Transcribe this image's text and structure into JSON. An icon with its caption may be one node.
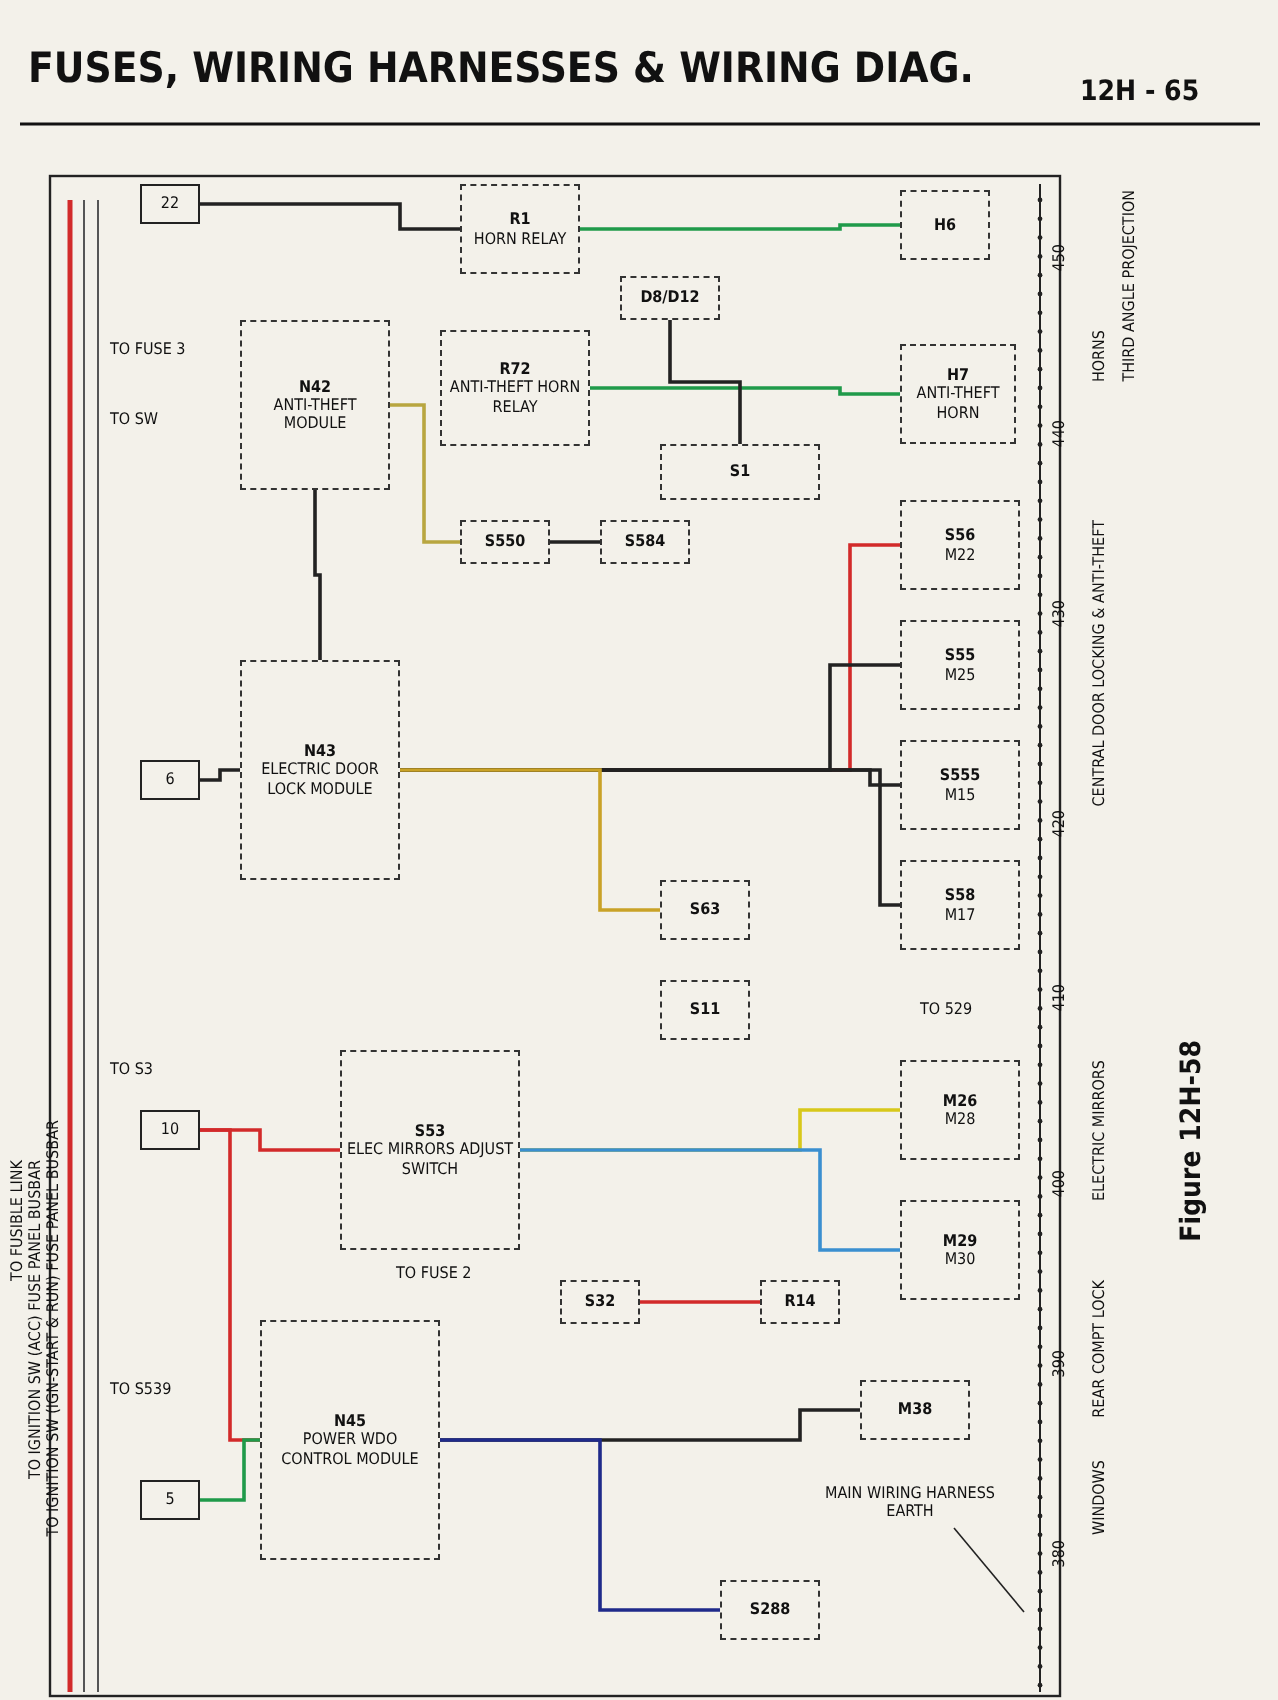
{
  "diagram": {
    "title": "FUSES, WIRING HARNESSES & WIRING DIAG.",
    "caption": "Figure 12H-58",
    "nodes": [
      {
        "text": [
          "22"
        ]
      },
      {
        "text": [
          "R1",
          "HORN RELAY"
        ]
      },
      {
        "text": [
          "H6"
        ]
      },
      {
        "text": [
          "D8/D12"
        ]
      },
      {
        "text": [
          "N42",
          "ANTI-THEFT MODULE"
        ]
      },
      {
        "text": [
          "R72",
          "ANTI-THEFT HORN RELAY"
        ]
      },
      {
        "text": [
          "S1"
        ]
      },
      {
        "text": [
          "H7",
          "ANTI-THEFT HORN"
        ]
      },
      {
        "text": [
          "S550"
        ]
      },
      {
        "text": [
          "S584"
        ]
      },
      {
        "text": [
          "S56",
          "M22"
        ]
      },
      {
        "text": [
          "S55",
          "M25"
        ]
      },
      {
        "text": [
          "S555",
          "M15"
        ]
      },
      {
        "text": [
          "6"
        ]
      },
      {
        "text": [
          "N43",
          "ELECTRIC DOOR LOCK MODULE"
        ]
      },
      {
        "text": [
          "S58",
          "M17"
        ]
      },
      {
        "text": [
          "S63"
        ]
      },
      {
        "text": [
          "S11"
        ]
      },
      {
        "text": [
          "10"
        ]
      },
      {
        "text": [
          "S53",
          "ELEC MIRRORS ADJUST SWITCH"
        ]
      },
      {
        "text": [
          "M26",
          "M28"
        ]
      },
      {
        "text": [
          "M29",
          "M30"
        ]
      },
      {
        "text": [
          "S32"
        ]
      },
      {
        "text": [
          "R14"
        ]
      },
      {
        "text": [
          "N45",
          "POWER WDO CONTROL MODULE"
        ]
      },
      {
        "text": [
          "M38"
        ]
      },
      {
        "text": [
          "5"
        ]
      },
      {
        "text": [
          "S288"
        ]
      },
      {
        "text": [
          "MAIN WIRING HARNESS EARTH"
        ]
      }
    ],
    "edges": [
      {
        "from": 0,
        "to": 1,
        "arrow": "none"
      },
      {
        "from": 1,
        "to": 2,
        "arrow": "none",
        "color": "#1f9a4a"
      },
      {
        "from": 5,
        "to": 7,
        "arrow": "none",
        "color": "#1f9a4a"
      },
      {
        "from": 3,
        "to": 6,
        "arrow": "none"
      },
      {
        "from": 4,
        "to": 8,
        "arrow": "none",
        "color": "#b8a640"
      },
      {
        "from": 8,
        "to": 9,
        "arrow": "none"
      },
      {
        "from": 4,
        "to": 14,
        "arrow": "none"
      },
      {
        "from": 13,
        "to": 14,
        "arrow": "none"
      },
      {
        "from": 14,
        "to": 10,
        "arrow": "none",
        "color": "#d22a2a"
      },
      {
        "from": 14,
        "to": 11,
        "arrow": "none"
      },
      {
        "from": 14,
        "to": 12,
        "arrow": "none"
      },
      {
        "from": 14,
        "to": 15,
        "arrow": "none"
      },
      {
        "from": 14,
        "to": 16,
        "arrow": "none",
        "color": "#c9a227"
      },
      {
        "from": 18,
        "to": 19,
        "arrow": "none",
        "color": "#d22a2a"
      },
      {
        "from": 18,
        "to": 24,
        "arrow": "none",
        "color": "#d22a2a"
      },
      {
        "from": 19,
        "to": 20,
        "arrow": "none",
        "color": "#d8c81a"
      },
      {
        "from": 19,
        "to": 21,
        "arrow": "none",
        "color": "#3a8fd0"
      },
      {
        "from": 22,
        "to": 23,
        "arrow": "none",
        "color": "#d22a2a"
      },
      {
        "from": 24,
        "to": 25,
        "arrow": "none"
      },
      {
        "from": 26,
        "to": 24,
        "arrow": "none",
        "color": "#1f9a4a"
      },
      {
        "from": 24,
        "to": 27,
        "arrow": "none",
        "color": "#1f2a8a"
      },
      {
        "from": 28,
        "to": null,
        "arrow": "none"
      }
    ],
    "labels": [
      "12H - 65",
      "TO FUSE 3",
      "TO SW",
      "TO S3",
      "TO FUSE 2",
      "TO S539",
      "TO 529",
      "TO FUSIBLE LINK",
      "TO IGNITION SW (ACC) FUSE PANEL BUSBAR",
      "TO IGNITION SW (IGN-START & RUN) FUSE PANEL BUSBAR",
      "450",
      "440",
      "430",
      "420",
      "410",
      "400",
      "390",
      "380",
      "THIRD ANGLE PROJECTION",
      "HORNS",
      "CENTRAL DOOR LOCKING & ANTI-THEFT",
      "ELECTRIC MIRRORS",
      "REAR COMPT LOCK",
      "WINDOWS"
    ]
  }
}
